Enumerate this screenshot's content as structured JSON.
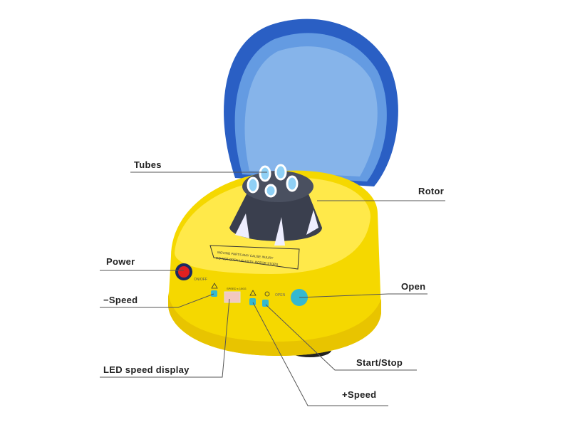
{
  "labels": {
    "tubes": "Tubes",
    "rotor": "Rotor",
    "power": "Power",
    "minus_speed": "−Speed",
    "open": "Open",
    "led_display": "LED speed display",
    "start_stop": "Start/Stop",
    "plus_speed": "+Speed"
  },
  "device": {
    "warning_line1": "MOVING PARTS MAY CAUSE INJURY",
    "warning_line2": "DO NOT OPEN LID UNTIL ROTOR STOPS",
    "power_caption": "ON/OFF",
    "display_caption": "SPEED x 100G",
    "open_caption": "OPEN"
  },
  "colors": {
    "body": "#f7dd10",
    "lid": "#2f64c8",
    "rotor": "#3a3f4e",
    "buttons": "#35b8d0",
    "power": "#e02020"
  }
}
